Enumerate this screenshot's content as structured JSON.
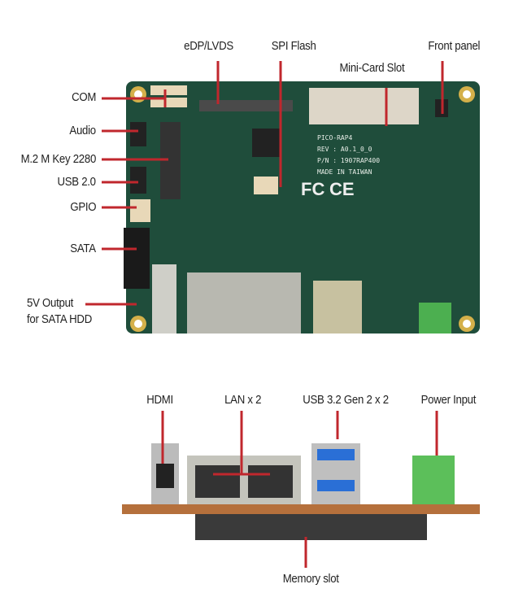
{
  "top_view": {
    "labels": {
      "edp": "eDP/LVDS",
      "spi": "SPI Flash",
      "minicard": "Mini-Card Slot",
      "front_panel": "Front panel",
      "com": "COM",
      "audio": "Audio",
      "m2": "M.2 M Key 2280",
      "usb2": "USB 2.0",
      "gpio": "GPIO",
      "sata": "SATA",
      "power_out_line1": "5V Output",
      "power_out_line2": "for SATA HDD"
    },
    "silkscreen": [
      "PICO-RAP4",
      "REV : A0.1_0_0",
      "P/N : 1907RAP400",
      "MADE IN TAIWAN"
    ],
    "marks": [
      "FC",
      "CE"
    ]
  },
  "side_view": {
    "labels": {
      "hdmi": "HDMI",
      "lan": "LAN x 2",
      "usb3": "USB 3.2 Gen 2 x 2",
      "power_in": "Power Input",
      "memory": "Memory slot"
    }
  },
  "colors": {
    "callout": "#c0272d",
    "pcb": "#1f4d3b",
    "pcb_edge": "#b5703c"
  }
}
